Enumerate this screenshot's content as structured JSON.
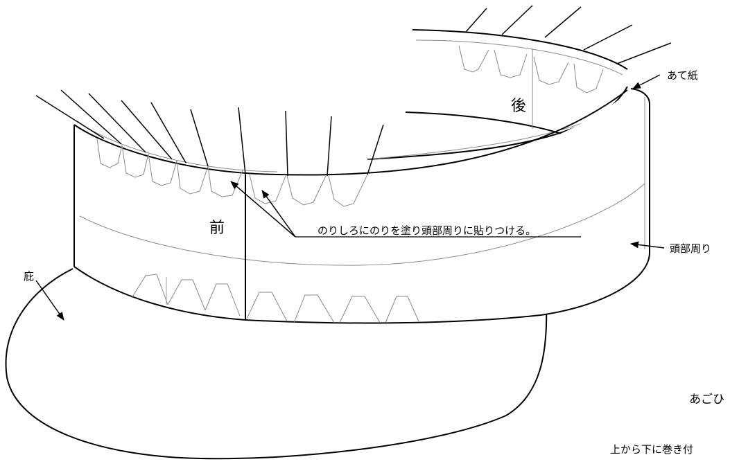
{
  "labels": {
    "backing_paper": "あて紙",
    "back": "後",
    "front": "前",
    "glue_instruction": "のりしろにのりを塗り頭部周りに貼りつける。",
    "head_band": "頭部周り",
    "visor": "庇",
    "chin_strap": "あごひ",
    "wrap_instruction": "上から下に巻き付"
  }
}
